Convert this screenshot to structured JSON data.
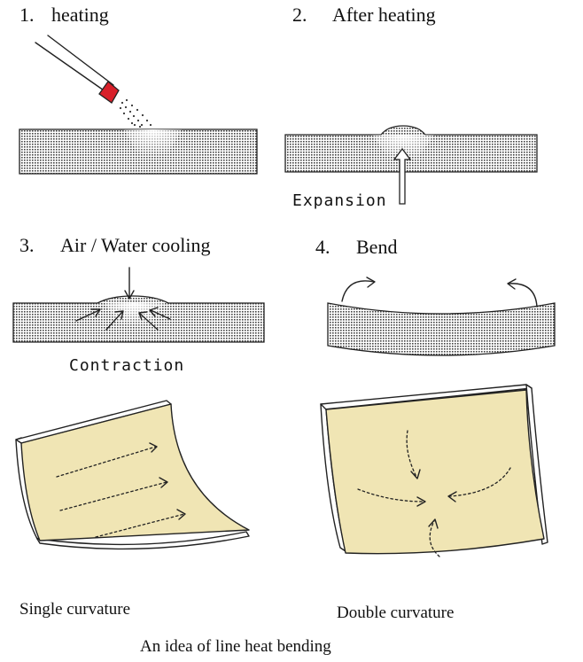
{
  "steps": [
    {
      "num": "1.",
      "label": "heating"
    },
    {
      "num": "2.",
      "label": "After heating"
    },
    {
      "num": "3.",
      "label": "Air / Water cooling"
    },
    {
      "num": "4.",
      "label": "Bend"
    }
  ],
  "labels": {
    "expansion": "Expansion",
    "contraction": "Contraction",
    "single_curvature": "Single curvature",
    "double_curvature": "Double curvature",
    "caption": "An idea of line heat bending"
  },
  "colors": {
    "sheet_fill": "#f0e5b4",
    "torch_nozzle": "#d8202a",
    "ink": "#222222"
  }
}
